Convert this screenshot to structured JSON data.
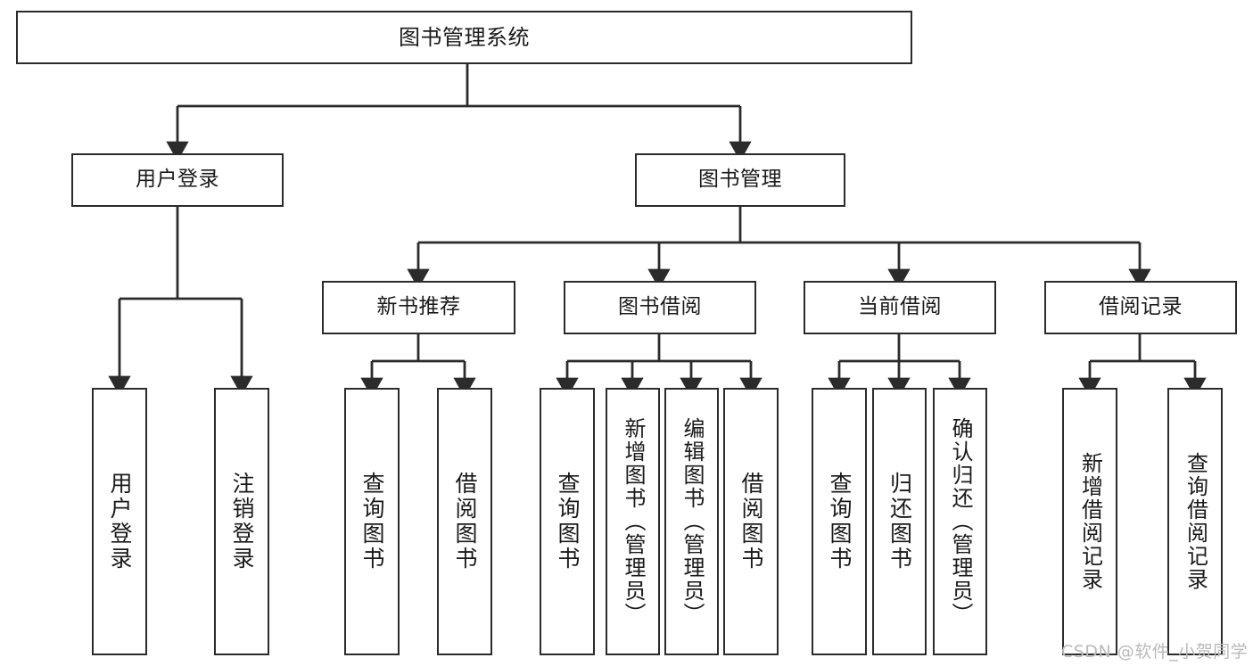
{
  "diagram": {
    "type": "tree",
    "title": "图书管理系统",
    "orientation": "top-down",
    "edge_color": "#2b2b2b",
    "node_border_color": "#2b2b2b",
    "node_fill_color": "#ffffff",
    "background_color": "#ffffff",
    "levels": 4,
    "nodes": {
      "root": {
        "label": "图书管理系统"
      },
      "level1": [
        {
          "label": "用户登录"
        },
        {
          "label": "图书管理"
        }
      ],
      "level2": [
        {
          "label": "新书推荐"
        },
        {
          "label": "图书借阅"
        },
        {
          "label": "当前借阅"
        },
        {
          "label": "借阅记录"
        }
      ],
      "level3": {
        "user_login_children": [
          {
            "label": "用户登录"
          },
          {
            "label": "注销登录"
          }
        ],
        "new_book_children": [
          {
            "label": "查询图书"
          },
          {
            "label": "借阅图书"
          }
        ],
        "borrow_children": [
          {
            "label": "查询图书"
          },
          {
            "label": "新增图书（管理员）"
          },
          {
            "label": "编辑图书（管理员）"
          },
          {
            "label": "借阅图书"
          }
        ],
        "current_borrow_children": [
          {
            "label": "查询图书"
          },
          {
            "label": "归还图书"
          },
          {
            "label": "确认归还（管理员）"
          }
        ],
        "record_children": [
          {
            "label": "新增借阅记录"
          },
          {
            "label": "查询借阅记录"
          }
        ]
      }
    }
  },
  "watermark": {
    "text": "CSDN @软件_小贺同学"
  }
}
